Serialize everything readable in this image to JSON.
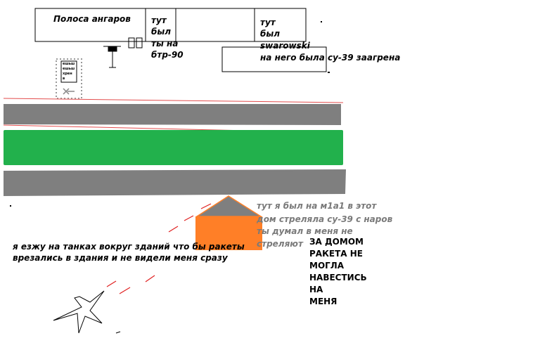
{
  "labels": {
    "hangar_strip": "Полоса ангаров",
    "btr_lines": [
      "тут",
      "был",
      "ты на",
      "бтр-90"
    ],
    "swarowski_lines": [
      "тут",
      "был",
      "swarowski",
      "на него была су-39 заагрена"
    ],
    "bunker_lines": [
      "ешьш",
      "ешьш",
      "хрен",
      "в"
    ],
    "m1a1_lines": [
      "тут я был на м1а1 в этот",
      "дом стреляла су-39 с наров",
      "ты думал в меня  не",
      "стреляют"
    ],
    "behind_house_lines": [
      "ЗА ДОМОМ",
      "РАКЕТА НЕ",
      "МОГЛА",
      "НАВЕСТИСЬ",
      "НА",
      "МЕНЯ"
    ],
    "tank_lines": [
      "я езжу на танках вокруг зданий что бы ракеты",
      "врезались в здания и не видели меня сразу"
    ]
  },
  "colors": {
    "road": "#7f7f7f",
    "grass": "#22b14c",
    "house_body": "#ff7f27",
    "house_roof": "#7f7f7f",
    "missile_trail": "#e02020",
    "outline": "#000000",
    "gray_text": "#7a7a7a"
  }
}
